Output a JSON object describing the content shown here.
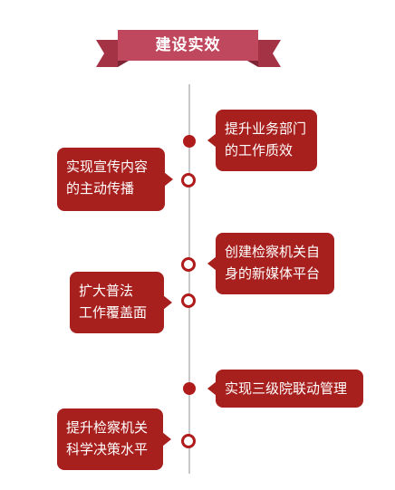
{
  "title": "建设实效",
  "colors": {
    "primary": "#a8201e",
    "ribbon": "#c0485e",
    "axis": "#c9c9c9"
  },
  "items": [
    {
      "side": "right",
      "marker": "filled",
      "lines": [
        "提升业务部门",
        "的工作质效"
      ]
    },
    {
      "side": "left",
      "marker": "ring",
      "lines": [
        "实现宣传内容",
        "的主动传播"
      ]
    },
    {
      "side": "right",
      "marker": "ring",
      "lines": [
        "创建检察机关自",
        "身的新媒体平台"
      ]
    },
    {
      "side": "left",
      "marker": "ring",
      "lines": [
        "扩大普法",
        "工作覆盖面"
      ]
    },
    {
      "side": "right",
      "marker": "filled",
      "lines": [
        "实现三级院联动管理"
      ]
    },
    {
      "side": "left",
      "marker": "ring",
      "lines": [
        "提升检察机关",
        "科学决策水平"
      ]
    }
  ]
}
